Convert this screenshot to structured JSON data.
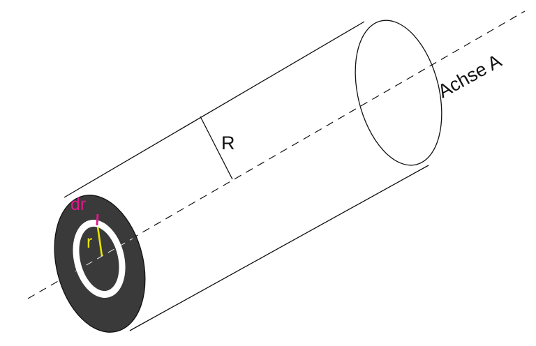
{
  "labels": {
    "dr": "dr",
    "r": "r",
    "R": "R",
    "axis": "Achse A"
  },
  "colors": {
    "outline": "#111111",
    "dark_fill": "#3a3a3a",
    "background": "#ffffff",
    "dr_color": "#e0198c",
    "r_color": "#e8e600",
    "text": "#111111"
  }
}
